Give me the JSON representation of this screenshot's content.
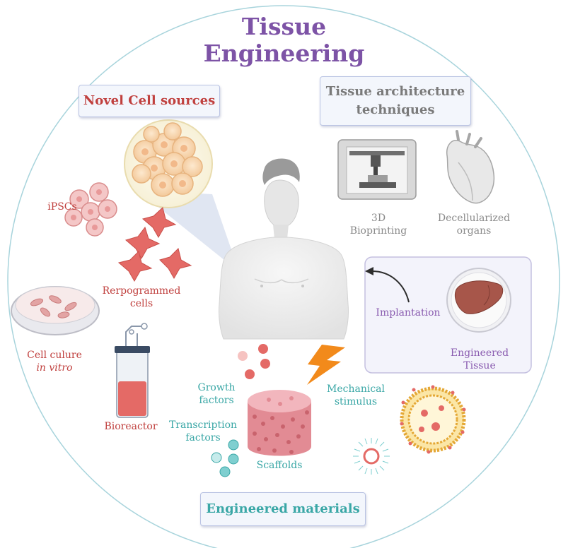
{
  "title": {
    "line1": "Tissue",
    "line2": "Engineering"
  },
  "sections": {
    "cell_sources": "Novel Cell sources",
    "architecture_line1": "Tissue architecture",
    "architecture_line2": "techniques",
    "materials": "Engineered materials"
  },
  "labels": {
    "ipscs": "iPSCs",
    "reprogrammed_line1": "Rerpogrammed",
    "reprogrammed_line2": "cells",
    "cell_culture_line1": "Cell culure",
    "cell_culture_line2": "in vitro",
    "bioreactor": "Bioreactor",
    "bioprinting_line1": "3D",
    "bioprinting_line2": "Bioprinting",
    "decell_line1": "Decellularized",
    "decell_line2": "organs",
    "implantation": "Implantation",
    "engineered_tissue_line1": "Engineered",
    "engineered_tissue_line2": "Tissue",
    "growth_line1": "Growth",
    "growth_line2": "factors",
    "mechanical_line1": "Mechanical",
    "mechanical_line2": "stimulus",
    "transcription_line1": "Transcription",
    "transcription_line2": "factors",
    "scaffolds": "Scaffolds"
  },
  "colors": {
    "title": "#7d53a6",
    "cell_source_text": "#c0403e",
    "architecture_text": "#8a8a8a",
    "materials_text": "#3aa7a6",
    "implant_text": "#8a5cb0",
    "circle_border": "#a8d4dc"
  }
}
